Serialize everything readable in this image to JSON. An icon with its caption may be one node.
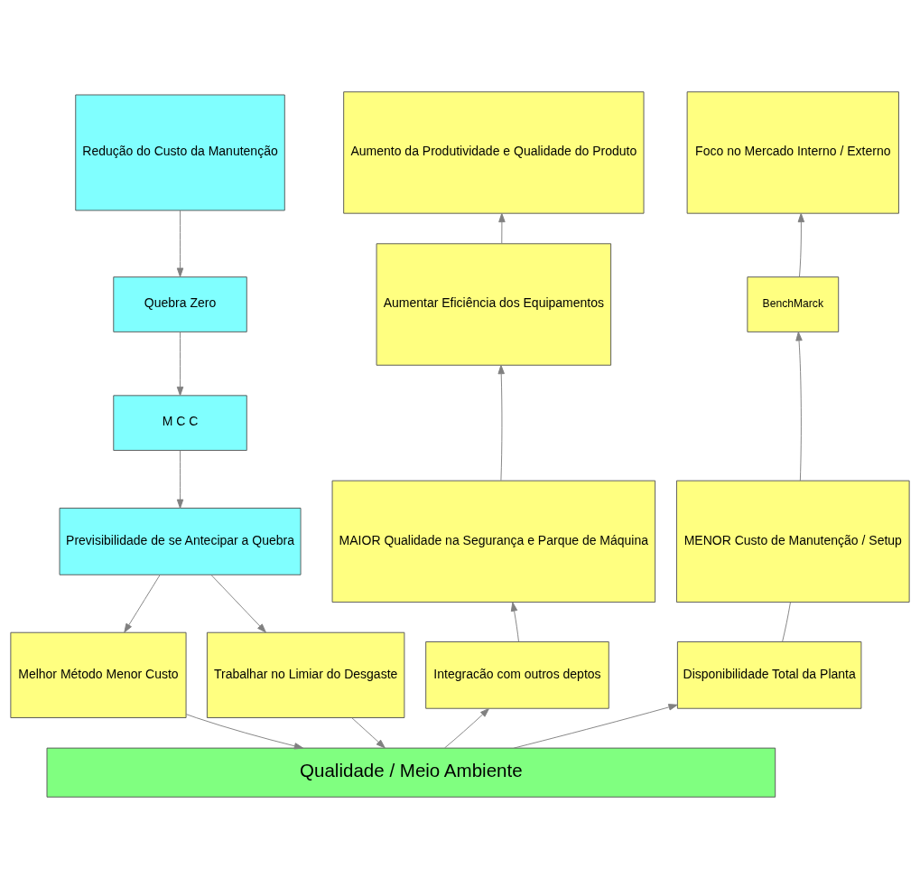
{
  "diagram": {
    "nodes": [
      {
        "text": [
          "Redução do Custo da Manutenção"
        ]
      },
      {
        "text": [
          "Aumento da Produtividade e Qualidade do Produto"
        ]
      },
      {
        "text": [
          "Foco no Mercado Interno / Externo"
        ]
      },
      {
        "text": [
          "Aumentar Eficiência dos Equipamentos"
        ]
      },
      {
        "text": [
          "BenchMarck"
        ]
      },
      {
        "text": [
          "Quebra Zero"
        ]
      },
      {
        "text": [
          "M C C"
        ]
      },
      {
        "text": [
          "Previsibilidade de se Antecipar a Quebra"
        ]
      },
      {
        "text": [
          "MAIOR Qualidade na Segurança e Parque de Máquina"
        ]
      },
      {
        "text": [
          "MENOR Custo de Manutenção / Setup"
        ]
      },
      {
        "text": [
          "Melhor Método Menor Custo"
        ]
      },
      {
        "text": [
          "Trabalhar no Limiar do Desgaste"
        ]
      },
      {
        "text": [
          "Integracão com outros deptos"
        ]
      },
      {
        "text": [
          "Disponibilidade Total da Planta"
        ]
      },
      {
        "text": [
          "Qualidade / Meio Ambiente"
        ]
      }
    ],
    "edges": [
      {
        "from": 0,
        "to": 5,
        "arrow": "to"
      },
      {
        "from": 5,
        "to": 6,
        "arrow": "to"
      },
      {
        "from": 6,
        "to": 7,
        "arrow": "to"
      },
      {
        "from": 7,
        "to": 10,
        "arrow": "to"
      },
      {
        "from": 7,
        "to": 11,
        "arrow": "to"
      },
      {
        "from": 10,
        "to": 14,
        "arrow": "to"
      },
      {
        "from": 11,
        "to": 14,
        "arrow": "to"
      },
      {
        "from": 14,
        "to": 12,
        "arrow": "to"
      },
      {
        "from": 12,
        "to": 8,
        "arrow": "to"
      },
      {
        "from": 8,
        "to": 3,
        "arrow": "to"
      },
      {
        "from": 3,
        "to": 1,
        "arrow": "to"
      },
      {
        "from": 14,
        "to": 13,
        "arrow": "to"
      },
      {
        "from": 13,
        "to": 9,
        "arrow": "none"
      },
      {
        "from": 9,
        "to": 4,
        "arrow": "to"
      },
      {
        "from": 4,
        "to": 2,
        "arrow": "to"
      }
    ]
  }
}
